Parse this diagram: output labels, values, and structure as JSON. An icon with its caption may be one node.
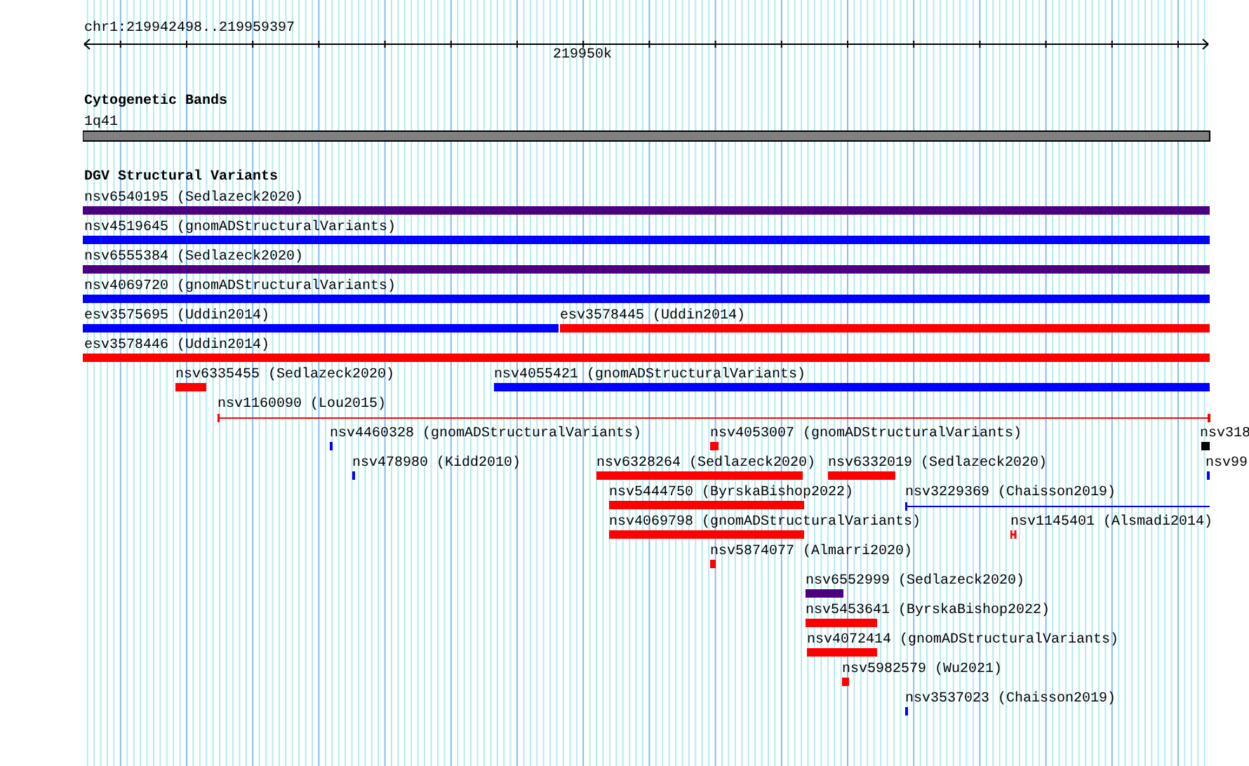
{
  "diagram": {
    "nodes": [
      {
        "text": [
          "1q41"
        ]
      },
      {
        "text": [
          "nsv6540195 (Sedlazeck2020)"
        ]
      },
      {
        "text": [
          "nsv4519645 (gnomADStructuralVariants)"
        ]
      },
      {
        "text": [
          "nsv6555384 (Sedlazeck2020)"
        ]
      },
      {
        "text": [
          "nsv4069720 (gnomADStructuralVariants)"
        ]
      },
      {
        "text": [
          "esv3575695 (Uddin2014)"
        ]
      },
      {
        "text": [
          "esv3578445 (Uddin2014)"
        ]
      },
      {
        "text": [
          "esv3578446 (Uddin2014)"
        ]
      },
      {
        "text": [
          "nsv6335455 (Sedlazeck2020)"
        ]
      },
      {
        "text": [
          "nsv4055421 (gnomADStructuralVariants)"
        ]
      },
      {
        "text": [
          "nsv1160090 (Lou2015)"
        ]
      },
      {
        "text": [
          "nsv4460328 (gnomADStructuralVariants)"
        ]
      },
      {
        "text": [
          "nsv4053007 (gnomADStructuralVariants)"
        ]
      },
      {
        "text": [
          "nsv318"
        ]
      },
      {
        "text": [
          "nsv478980 (Kidd2010)"
        ]
      },
      {
        "text": [
          "nsv6328264 (Sedlazeck2020)"
        ]
      },
      {
        "text": [
          "nsv6332019 (Sedlazeck2020)"
        ]
      },
      {
        "text": [
          "nsv99"
        ]
      },
      {
        "text": [
          "nsv5444750 (ByrskaBishop2022)"
        ]
      },
      {
        "text": [
          "nsv3229369 (Chaisson2019)"
        ]
      },
      {
        "text": [
          "nsv4069798 (gnomADStructuralVariants)"
        ]
      },
      {
        "text": [
          "nsv1145401 (Alsmadi2014)"
        ]
      },
      {
        "text": [
          "nsv5874077 (Almarri2020)"
        ]
      },
      {
        "text": [
          "nsv6552999 (Sedlazeck2020)"
        ]
      },
      {
        "text": [
          "nsv5453641 (ByrskaBishop2022)"
        ]
      },
      {
        "text": [
          "nsv4072414 (gnomADStructuralVariants)"
        ]
      },
      {
        "text": [
          "nsv5982579 (Wu2021)"
        ]
      },
      {
        "text": [
          "nsv3537023 (Chaisson2019)"
        ]
      }
    ],
    "labels": [
      "chr1:219942498..219959397",
      "219950k",
      "Cytogenetic Bands",
      "DGV Structural Variants"
    ]
  }
}
